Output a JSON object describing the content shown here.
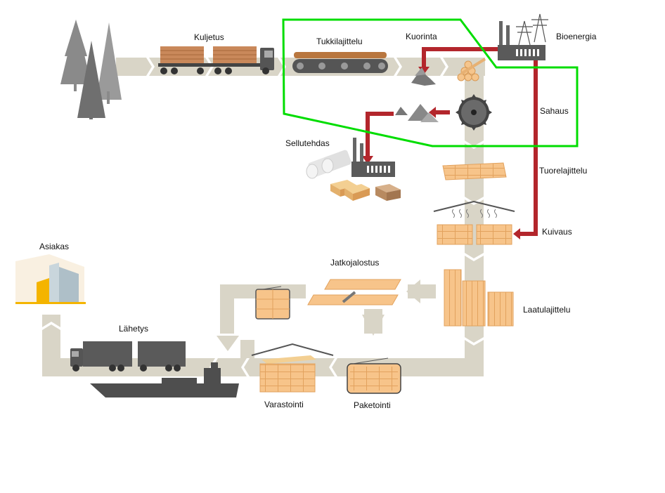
{
  "labels": {
    "kuljetus": "Kuljetus",
    "tukkilajittelu": "Tukkilajittelu",
    "kuorinta": "Kuorinta",
    "bioenergia": "Bioenergia",
    "sahaus": "Sahaus",
    "sellutehdas": "Sellutehdas",
    "tuorelajittelu": "Tuorelajittelu",
    "kuivaus": "Kuivaus",
    "asiakas": "Asiakas",
    "jatkojalostus": "Jatkojalostus",
    "laatulajittelu": "Laatulajittelu",
    "lahetys": "Lähetys",
    "varastointi": "Varastointi",
    "paketointi": "Paketointi"
  },
  "colors": {
    "flow_path": "#d9d5c7",
    "byproduct_line": "#b3262c",
    "highlight": "#00dd00",
    "wood": "#f7c48a",
    "wood_dark": "#e2a25e",
    "machine": "#5a5a5a",
    "tree": "#8a8a8a"
  }
}
